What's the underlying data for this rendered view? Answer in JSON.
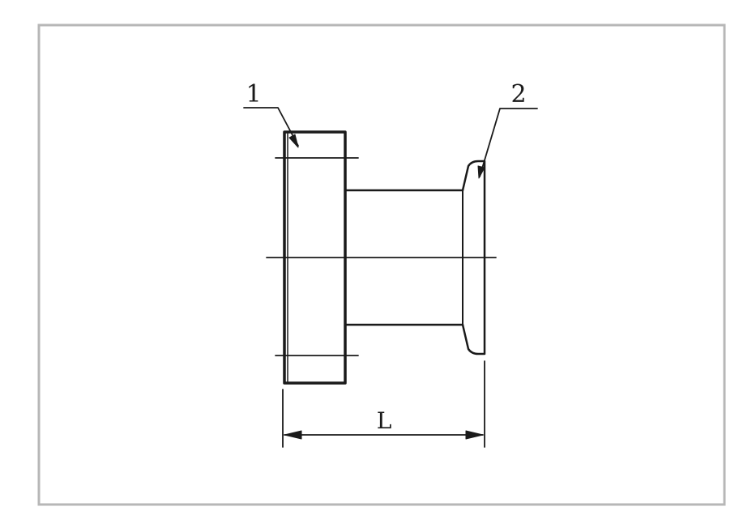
{
  "labels": {
    "part_1": "1",
    "part_2": "2",
    "dimension_length": "L"
  },
  "colors": {
    "frame_border": "#b7b7b7",
    "line": "#1a1a1a",
    "background": "#ffffff"
  }
}
